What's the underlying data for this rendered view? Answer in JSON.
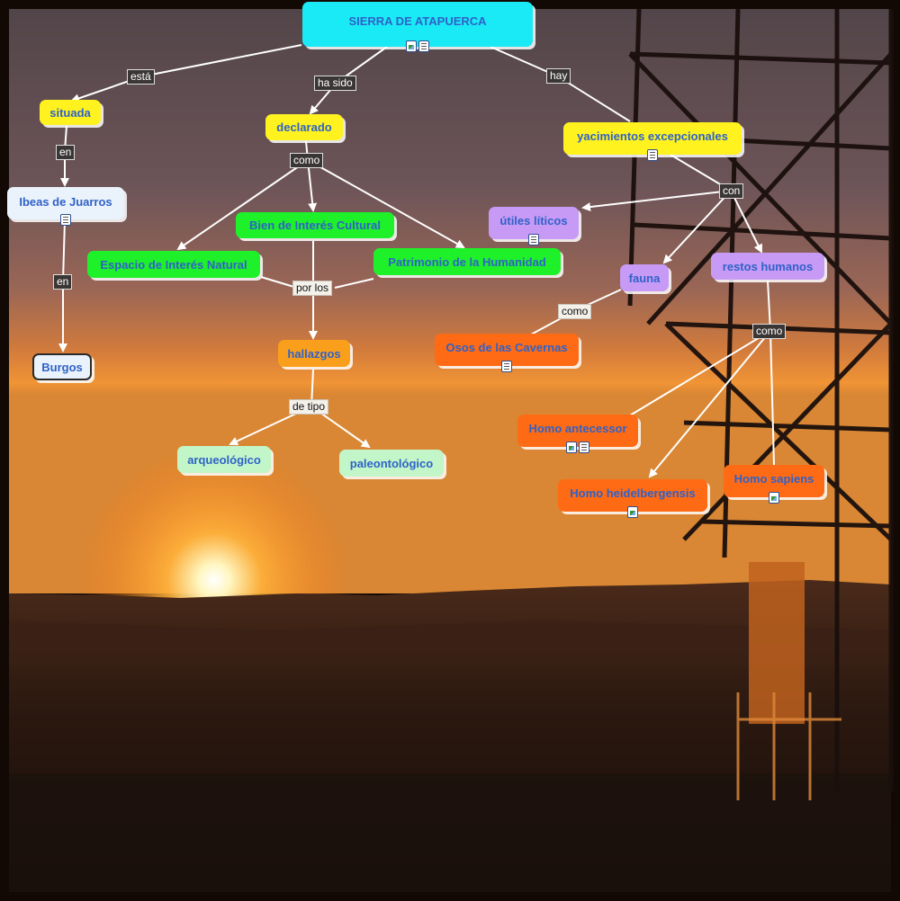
{
  "nodes": {
    "root": "SIERRA DE ATAPUERCA",
    "situada": "situada",
    "ibeas": "Ibeas de Juarros",
    "burgos": "Burgos",
    "declarado": "declarado",
    "bic": "Bien de Interés Cultural",
    "ein": "Espacio de Interés Natural",
    "ph": "Patrimonio de la Humanidad",
    "hallazgos": "hallazgos",
    "arqueologico": "arqueológico",
    "paleontologico": "paleontológico",
    "yacimientos": "yacimientos excepcionales",
    "utiles": "útiles líticos",
    "fauna": "fauna",
    "restos": "restos humanos",
    "osos": "Osos de las Cavernas",
    "antecessor": "Homo antecessor",
    "heidelbergensis": "Homo heidelbergensis",
    "sapiens": "Homo sapiens"
  },
  "links": {
    "esta": "está",
    "en1": "en",
    "en2": "en",
    "hasido": "ha sido",
    "como1": "como",
    "porlos": "por los",
    "detipo": "de tipo",
    "hay": "hay",
    "con": "con",
    "como2": "como",
    "como3": "como"
  },
  "colors": {
    "cyan": "#19eaf5",
    "yellow": "#fff21f",
    "green": "#1ef12a",
    "orange": "#fa9f1c",
    "mint": "#c2f6c8",
    "purple": "#c79af6",
    "deep_orange": "#ff6a14",
    "pale": "#eaf2fb",
    "text_blue": "#2f62c8"
  },
  "icons": [
    "image-icon",
    "document-icon"
  ]
}
